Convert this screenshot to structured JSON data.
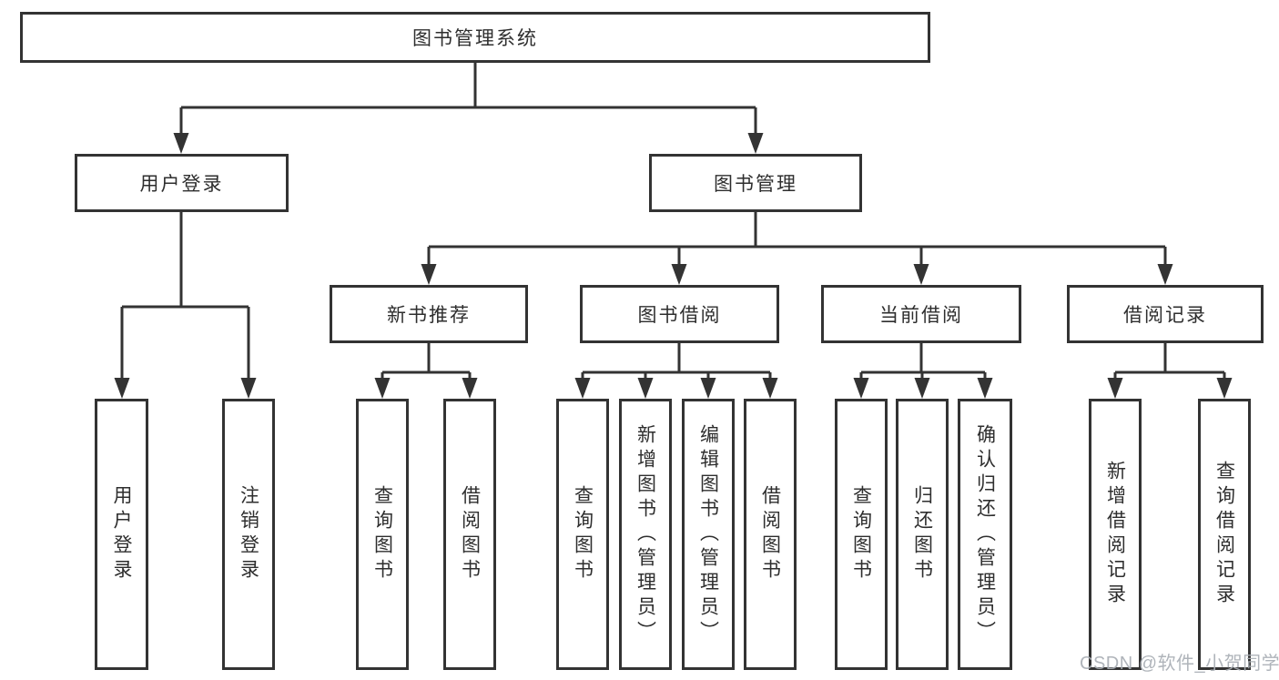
{
  "diagram": {
    "type": "hierarchy-tree",
    "colors": {
      "line": "#333333",
      "box_border": "#333333",
      "text": "#2e2e2e",
      "background": "#ffffff",
      "watermark": "#a9aeb5"
    },
    "root": {
      "label": "图书管理系统",
      "children": [
        {
          "label": "用户登录",
          "children": [
            {
              "label": "用户登录"
            },
            {
              "label": "注销登录"
            }
          ]
        },
        {
          "label": "图书管理",
          "children": [
            {
              "label": "新书推荐",
              "children": [
                {
                  "label": "查询图书"
                },
                {
                  "label": "借阅图书"
                }
              ]
            },
            {
              "label": "图书借阅",
              "children": [
                {
                  "label": "查询图书"
                },
                {
                  "label": "新增图书（管理员）"
                },
                {
                  "label": "编辑图书（管理员）"
                },
                {
                  "label": "借阅图书"
                }
              ]
            },
            {
              "label": "当前借阅",
              "children": [
                {
                  "label": "查询图书"
                },
                {
                  "label": "归还图书"
                },
                {
                  "label": "确认归还（管理员）"
                }
              ]
            },
            {
              "label": "借阅记录",
              "children": [
                {
                  "label": "新增借阅记录"
                },
                {
                  "label": "查询借阅记录"
                }
              ]
            }
          ]
        }
      ]
    }
  },
  "watermark": {
    "text": "CSDN @软件_小贺同学"
  }
}
